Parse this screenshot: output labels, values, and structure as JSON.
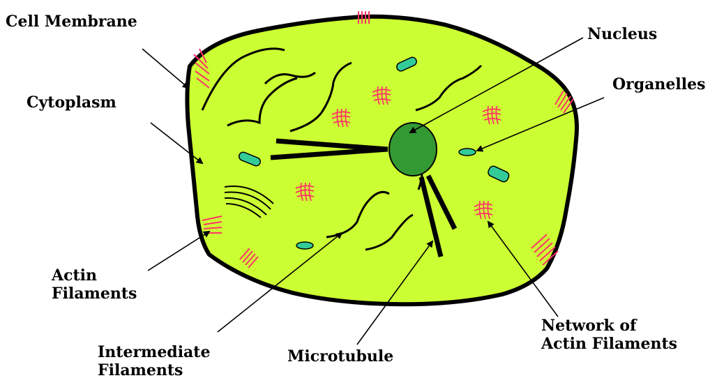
{
  "diagram": {
    "labels": {
      "cell_membrane": "Cell Membrane",
      "cytoplasm": "Cytoplasm",
      "nucleus": "Nucleus",
      "organelles": "Organelles",
      "actin_filaments_line1": "Actin",
      "actin_filaments_line2": "Filaments",
      "intermediate_filaments_line1": "Intermediate",
      "intermediate_filaments_line2": "Filaments",
      "microtubule": "Microtubule",
      "network_line1": "Network of",
      "network_line2": "Actin Filaments"
    },
    "colors": {
      "cytoplasm_fill": "#ccff33",
      "membrane_stroke": "#000000",
      "nucleus_fill": "#339933",
      "organelle_fill": "#33cc99",
      "actin_stroke": "#ff3366",
      "filament_stroke": "#000000"
    }
  }
}
